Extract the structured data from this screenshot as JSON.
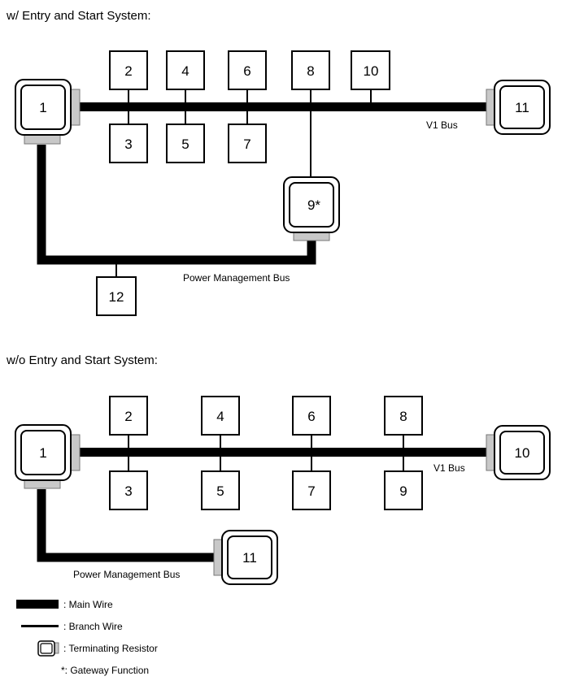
{
  "diagram_top": {
    "title": "w/ Entry and Start System:",
    "v1_bus_label": "V1 Bus",
    "pm_bus_label": "Power Management Bus",
    "nodes": {
      "n1": "1",
      "n2": "2",
      "n3": "3",
      "n4": "4",
      "n5": "5",
      "n6": "6",
      "n7": "7",
      "n8": "8",
      "n9": "9*",
      "n10": "10",
      "n11": "11",
      "n12": "12"
    }
  },
  "diagram_bottom": {
    "title": "w/o Entry and Start System:",
    "v1_bus_label": "V1 Bus",
    "pm_bus_label": "Power Management Bus",
    "nodes": {
      "n1": "1",
      "n2": "2",
      "n3": "3",
      "n4": "4",
      "n5": "5",
      "n6": "6",
      "n7": "7",
      "n8": "8",
      "n9": "9",
      "n10": "10",
      "n11": "11"
    }
  },
  "legend": {
    "main_wire": ": Main Wire",
    "branch_wire": ": Branch Wire",
    "terminating_resistor": ": Terminating Resistor",
    "gateway_function": "*: Gateway Function"
  },
  "colors": {
    "wire": "#000000",
    "resistor_fill": "#c8c8c8",
    "resistor_stroke": "#777777"
  }
}
